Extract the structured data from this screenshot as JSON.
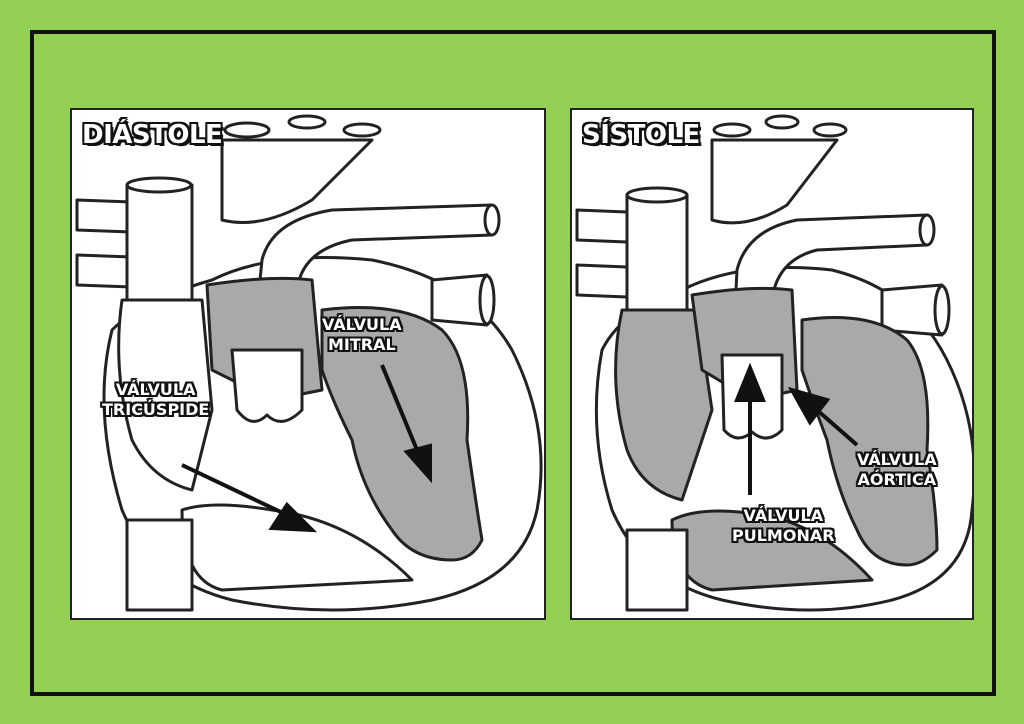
{
  "diastole": {
    "title": "DIÁSTOLE",
    "label_tricuspid_line1": "VÁLVULA",
    "label_tricuspid_line2": "TRICÚSPIDE",
    "label_mitral_line1": "VÁLVULA",
    "label_mitral_line2": "MITRAL"
  },
  "sistole": {
    "title": "SÍSTOLE",
    "label_pulmonar_line1": "VÁLVULA",
    "label_pulmonar_line2": "PULMONAR",
    "label_aortica_line1": "VÁLVULA",
    "label_aortica_line2": "AÓRTICA"
  },
  "colors": {
    "background": "#92cf52",
    "chamber_gray": "#a9a9a9",
    "outline": "#222222",
    "panel": "#ffffff"
  }
}
